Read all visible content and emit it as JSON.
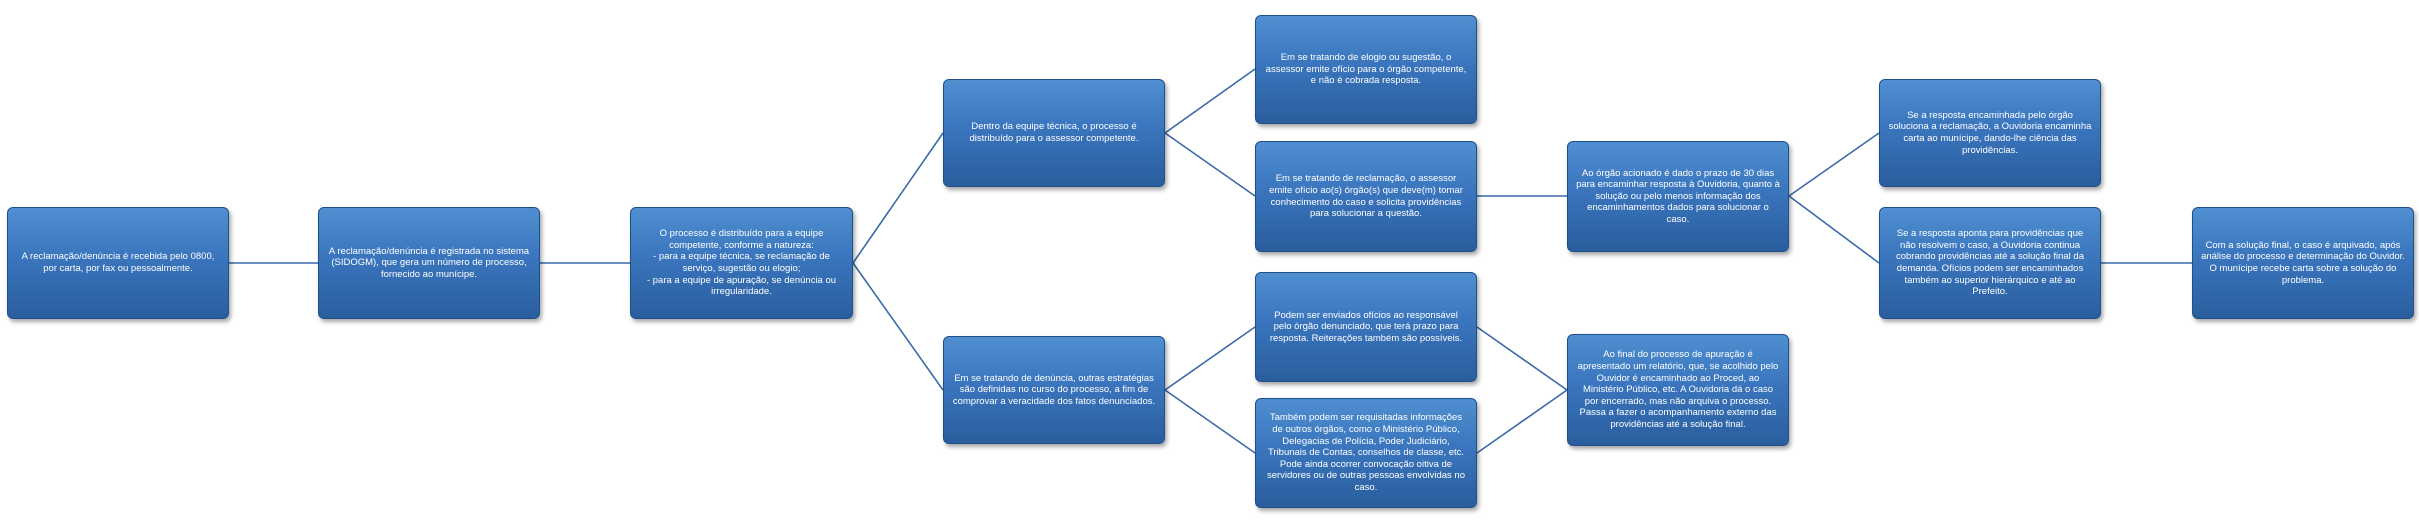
{
  "colors": {
    "box_top": "#4f8fd0",
    "box_bottom": "#2a5e9e",
    "connector": "#3a6aa8",
    "text": "#ffffff"
  },
  "nodes": {
    "n1": "A reclamação/denúncia é recebida pelo 0800, por carta, por fax ou pessoalmente.",
    "n2": "A reclamação/denúncia é registrada no sistema (SIDOGM), que gera um número de processo, fornecido ao munícipe.",
    "n3": "O processo é distribuído para a equipe competente, conforme a natureza:\n- para a equipe técnica, se reclamação de serviço, sugestão ou elogio;\n- para a equipe de apuração, se denúncia ou irregularidade.",
    "n4": "Dentro da equipe técnica, o processo é distribuído para o assessor competente.",
    "n5": "Em se tratando de denúncia, outras estratégias são definidas no curso do processo, a fim de comprovar a veracidade dos fatos denunciados.",
    "n6": "Em se tratando de elogio ou sugestão, o assessor emite ofício para o órgão competente, e não é cobrada resposta.",
    "n7": "Em se tratando de reclamação, o assessor emite ofício ao(s) órgão(s) que deve(m) tomar conhecimento do caso e solicita providências para solucionar a questão.",
    "n8": "Podem ser enviados ofícios ao responsável pelo órgão denunciado, que terá prazo para resposta. Reiterações também são possíveis.",
    "n9": "Também podem ser requisitadas informações de outros órgãos, como o Ministério Público, Delegacias de Polícia, Poder Judiciário, Tribunais de Contas, conselhos de classe, etc. Pode ainda ocorrer convocação oitiva de servidores ou de outras pessoas envolvidas no caso.",
    "n10": "Ao órgão acionado é dado o prazo de 30 dias para encaminhar resposta à Ouvidoria, quanto à solução ou pelo menos informação dos encaminhamentos dados para solucionar o caso.",
    "n11": "Ao final do processo de apuração é apresentado um relatório, que, se acolhido pelo Ouvidor é encaminhado ao Proced, ao Ministério Público, etc. A Ouvidoria dá o caso por encerrado, mas não arquiva o processo. Passa a fazer o acompanhamento externo das providências até a solução final.",
    "n12": "Se a resposta encaminhada pelo órgão soluciona a reclamação, a Ouvidoria encaminha carta ao munícipe, dando-lhe ciência das providências.",
    "n13": "Se a resposta aponta para providências que não resolvem o caso, a Ouvidoria continua cobrando providências até a solução final da demanda. Ofícios podem ser encaminhados também ao superior hierárquico e até ao Prefeito.",
    "n14": "Com a solução final, o caso é arquivado, após análise do processo e determinação do Ouvidor. O munícipe recebe carta sobre a solução do problema."
  }
}
